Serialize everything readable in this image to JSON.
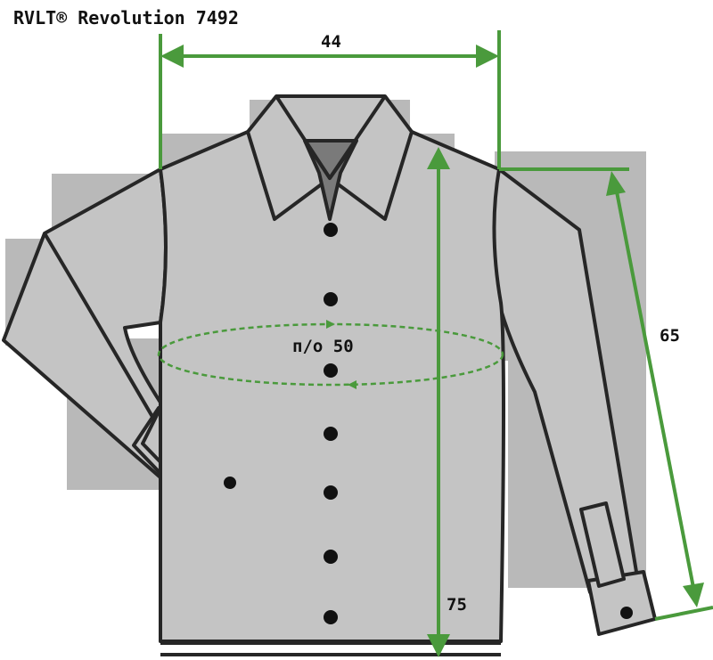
{
  "title": "RVLT® Revolution 7492",
  "measurements": {
    "width": "44",
    "chest": "п/о 50",
    "sleeve": "65",
    "length": "75"
  },
  "colors": {
    "garment_fill": "#c4c4c4",
    "shadow_fill": "#b7b7b7",
    "outline": "#262626",
    "collar_tie": "#7a7a7a",
    "measure_line": "#4a9a3c",
    "button": "#111111"
  }
}
